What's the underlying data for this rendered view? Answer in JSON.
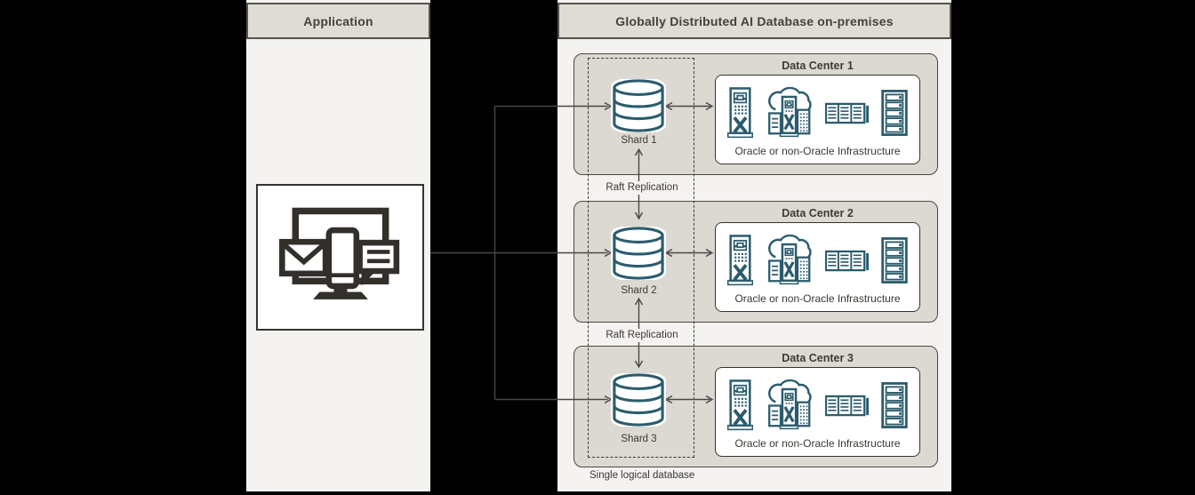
{
  "application": {
    "title": "Application"
  },
  "platform": {
    "title": "Globally Distributed AI Database on-premises",
    "raft_label": "Raft Replication",
    "footer_label": "Single logical database",
    "data_centers": [
      {
        "title": "Data Center 1",
        "shard_label": "Shard 1",
        "infra_label": "Oracle or non-Oracle Infrastructure"
      },
      {
        "title": "Data Center 2",
        "shard_label": "Shard 2",
        "infra_label": "Oracle or non-Oracle Infrastructure"
      },
      {
        "title": "Data Center 3",
        "shard_label": "Shard 3",
        "infra_label": "Oracle or non-Oracle Infrastructure"
      }
    ]
  },
  "colors": {
    "background": "#000000",
    "panel_bg": "#f4f3f1",
    "header_bg": "#dedcd5",
    "data_center_bg": "#dbd9d2",
    "icon_teal": "#2b5c6d",
    "line": "#4a4845",
    "text": "#3b3833"
  },
  "icons": {
    "application_icon": "devices-monitor-icon",
    "shard_icon": "database-cylinder-icon",
    "infrastructure_icons": [
      "engineered-system-tower-icon",
      "cloud-infrastructure-icon",
      "storage-array-icon",
      "server-rack-icon"
    ]
  }
}
